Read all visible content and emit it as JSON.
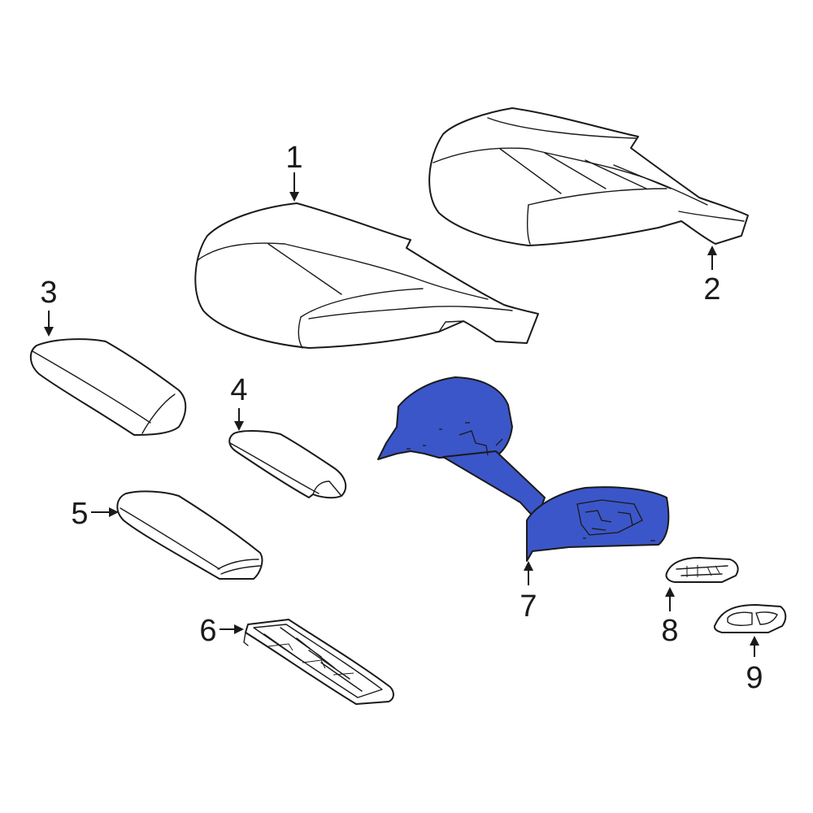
{
  "diagram": {
    "highlight_color": "#3b56c8",
    "line_color": "#1a1a1a",
    "background": "#ffffff",
    "highlighted_part": "7",
    "callouts": [
      {
        "id": "1",
        "label": "1"
      },
      {
        "id": "2",
        "label": "2"
      },
      {
        "id": "3",
        "label": "3"
      },
      {
        "id": "4",
        "label": "4"
      },
      {
        "id": "5",
        "label": "5"
      },
      {
        "id": "6",
        "label": "6"
      },
      {
        "id": "7",
        "label": "7"
      },
      {
        "id": "8",
        "label": "8"
      },
      {
        "id": "9",
        "label": "9"
      }
    ]
  }
}
